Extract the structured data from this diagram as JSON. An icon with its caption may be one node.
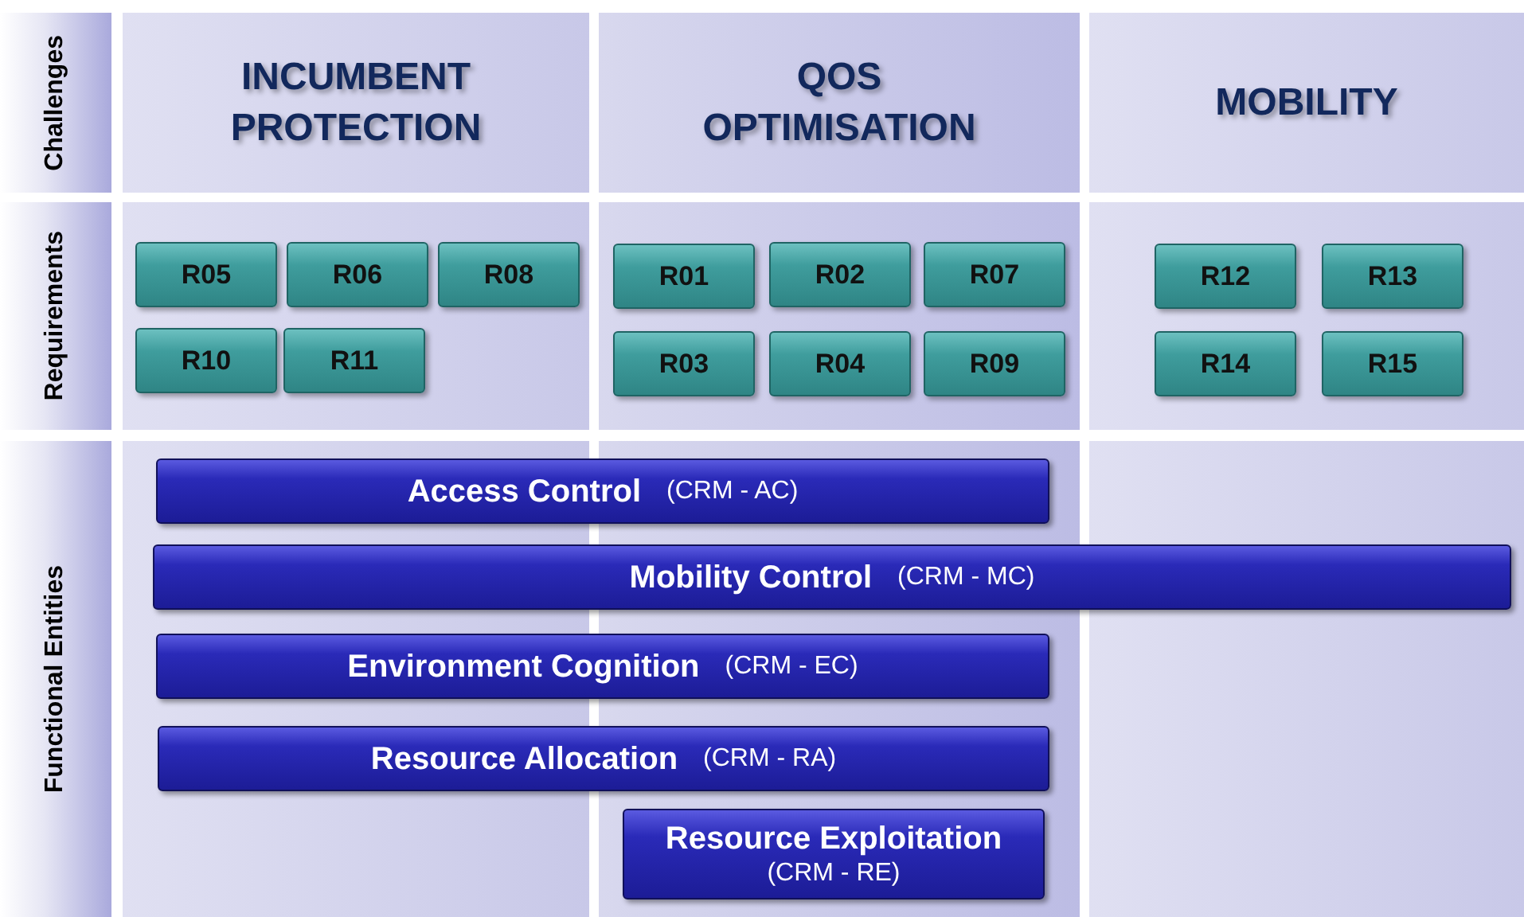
{
  "diagram": {
    "nodes": [
      {
        "text": [
          "Challenges"
        ]
      },
      {
        "text": [
          "Requirements"
        ]
      },
      {
        "text": [
          "Functional Entities"
        ]
      },
      {
        "text": [
          "INCUMBENT PROTECTION"
        ]
      },
      {
        "text": [
          "QOS OPTIMISATION"
        ]
      },
      {
        "text": [
          "MOBILITY"
        ]
      },
      {
        "text": [],
        "shape": "box"
      },
      {
        "text": [],
        "shape": "box"
      },
      {
        "text": [],
        "shape": "box"
      },
      {
        "text": [
          "R05"
        ],
        "in": 6
      },
      {
        "text": [
          "R06"
        ],
        "in": 6
      },
      {
        "text": [
          "R08"
        ],
        "in": 6
      },
      {
        "text": [
          "R10"
        ],
        "in": 6
      },
      {
        "text": [
          "R11"
        ],
        "in": 6
      },
      {
        "text": [
          "R01"
        ],
        "in": 7
      },
      {
        "text": [
          "R02"
        ],
        "in": 7
      },
      {
        "text": [
          "R07"
        ],
        "in": 7
      },
      {
        "text": [
          "R03"
        ],
        "in": 7
      },
      {
        "text": [
          "R04"
        ],
        "in": 7
      },
      {
        "text": [
          "R09"
        ],
        "in": 7
      },
      {
        "text": [
          "R12"
        ],
        "in": 8
      },
      {
        "text": [
          "R13"
        ],
        "in": 8
      },
      {
        "text": [
          "R14"
        ],
        "in": 8
      },
      {
        "text": [
          "R15"
        ],
        "in": 8
      },
      {
        "text": [
          "Access Control",
          "(CRM - AC)"
        ]
      },
      {
        "text": [
          "Mobility Control",
          "(CRM - MC)"
        ]
      },
      {
        "text": [
          "Environment Cognition",
          "(CRM - EC)"
        ]
      },
      {
        "text": [
          "Resource Allocation",
          "(CRM - RA)"
        ]
      },
      {
        "text": [
          "Resource Exploitation",
          "(CRM - RE)"
        ]
      }
    ]
  }
}
